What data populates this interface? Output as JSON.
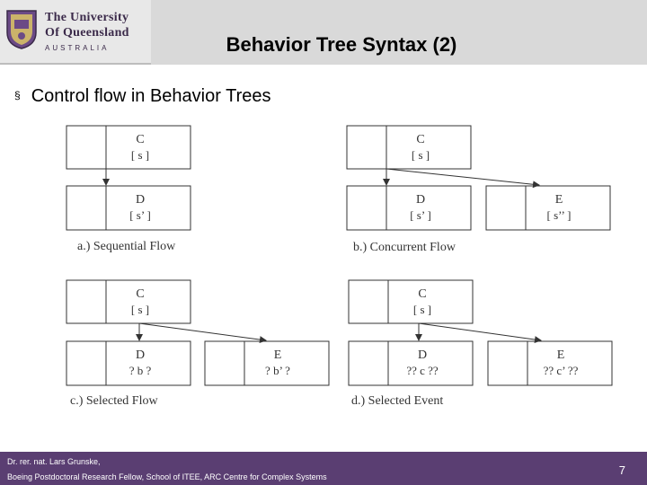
{
  "header": {
    "logo_line1": "The University",
    "logo_line2": "Of Queensland",
    "logo_line3": "AUSTRALIA",
    "title": "Behavior Tree Syntax (2)"
  },
  "bullet": {
    "marker": "§",
    "text": "Control flow in Behavior Trees"
  },
  "diagrams": {
    "a": {
      "top_label": "C",
      "top_sub": "[ s ]",
      "left_label": "D",
      "left_sub": "[ s’ ]",
      "caption": "a.) Sequential Flow"
    },
    "b": {
      "top_label": "C",
      "top_sub": "[ s ]",
      "left_label": "D",
      "left_sub": "[ s’ ]",
      "right_label": "E",
      "right_sub": "[ s’’ ]",
      "caption": "b.) Concurrent Flow"
    },
    "c": {
      "top_label": "C",
      "top_sub": "[ s ]",
      "left_label": "D",
      "left_sub": "? b ?",
      "right_label": "E",
      "right_sub": "? b’ ?",
      "caption": "c.) Selected Flow"
    },
    "d": {
      "top_label": "C",
      "top_sub": "[ s ]",
      "left_label": "D",
      "left_sub": "?? c ??",
      "right_label": "E",
      "right_sub": "?? c’ ??",
      "caption": "d.) Selected Event"
    }
  },
  "footer": {
    "line1": "Dr. rer. nat. Lars Grunske,",
    "line2": "Boeing Postdoctoral Research Fellow, School of ITEE, ARC Centre for Complex Systems",
    "page_number": "7"
  },
  "colors": {
    "footer_bg": "#5a3e72",
    "header_bg": "#d9d9d9"
  }
}
